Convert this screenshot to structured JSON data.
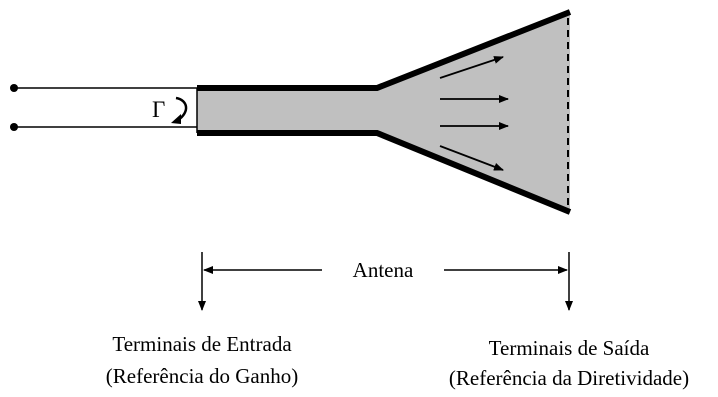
{
  "diagram": {
    "gamma_symbol": "Γ",
    "antenna_label": "Antena",
    "input_terminals": {
      "line1": "Terminais de Entrada",
      "line2": "(Referência do Ganho)"
    },
    "output_terminals": {
      "line1": "Terminais de Saída",
      "line2": "(Referência da Diretividade)"
    },
    "colors": {
      "horn_fill": "#c0c0c0",
      "lines": "#000000",
      "background": "#ffffff"
    }
  }
}
